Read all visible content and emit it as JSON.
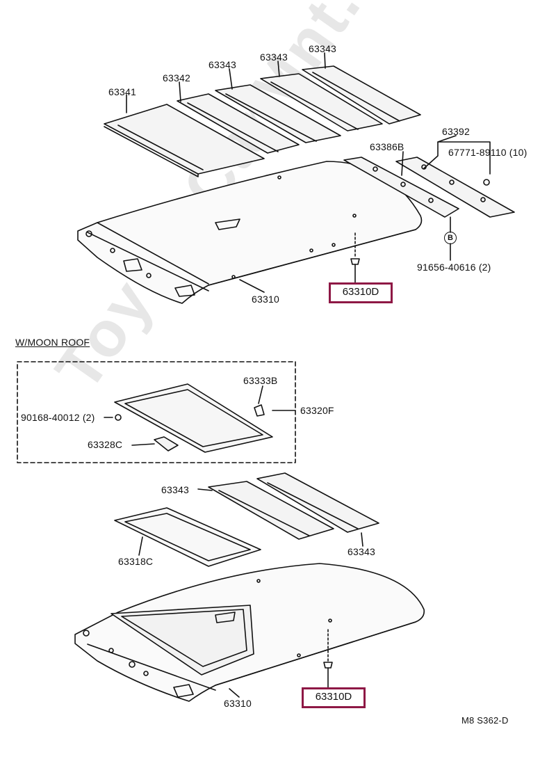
{
  "watermark": "ToyotaCarMnt.ru",
  "upper": {
    "labels": {
      "p63341": "63341",
      "p63342": "63342",
      "p63343a": "63343",
      "p63343b": "63343",
      "p63343c": "63343",
      "p63392": "63392",
      "p63386b": "63386B",
      "p67771": "67771-89110 (10)",
      "b_mark": "B",
      "p91656": "91656-40616 (2)",
      "p63310": "63310"
    },
    "highlight": "63310D"
  },
  "moonroof": {
    "title": "W/MOON ROOF",
    "labels": {
      "p63333b": "63333B",
      "p63320f": "63320F",
      "p90168": "90168-40012 (2)",
      "p63328c": "63328C",
      "p63343a": "63343",
      "p63343b": "63343",
      "p63318c": "63318C",
      "p63310": "63310"
    },
    "highlight": "63310D"
  },
  "footer": {
    "code": "M8 S362-D"
  }
}
